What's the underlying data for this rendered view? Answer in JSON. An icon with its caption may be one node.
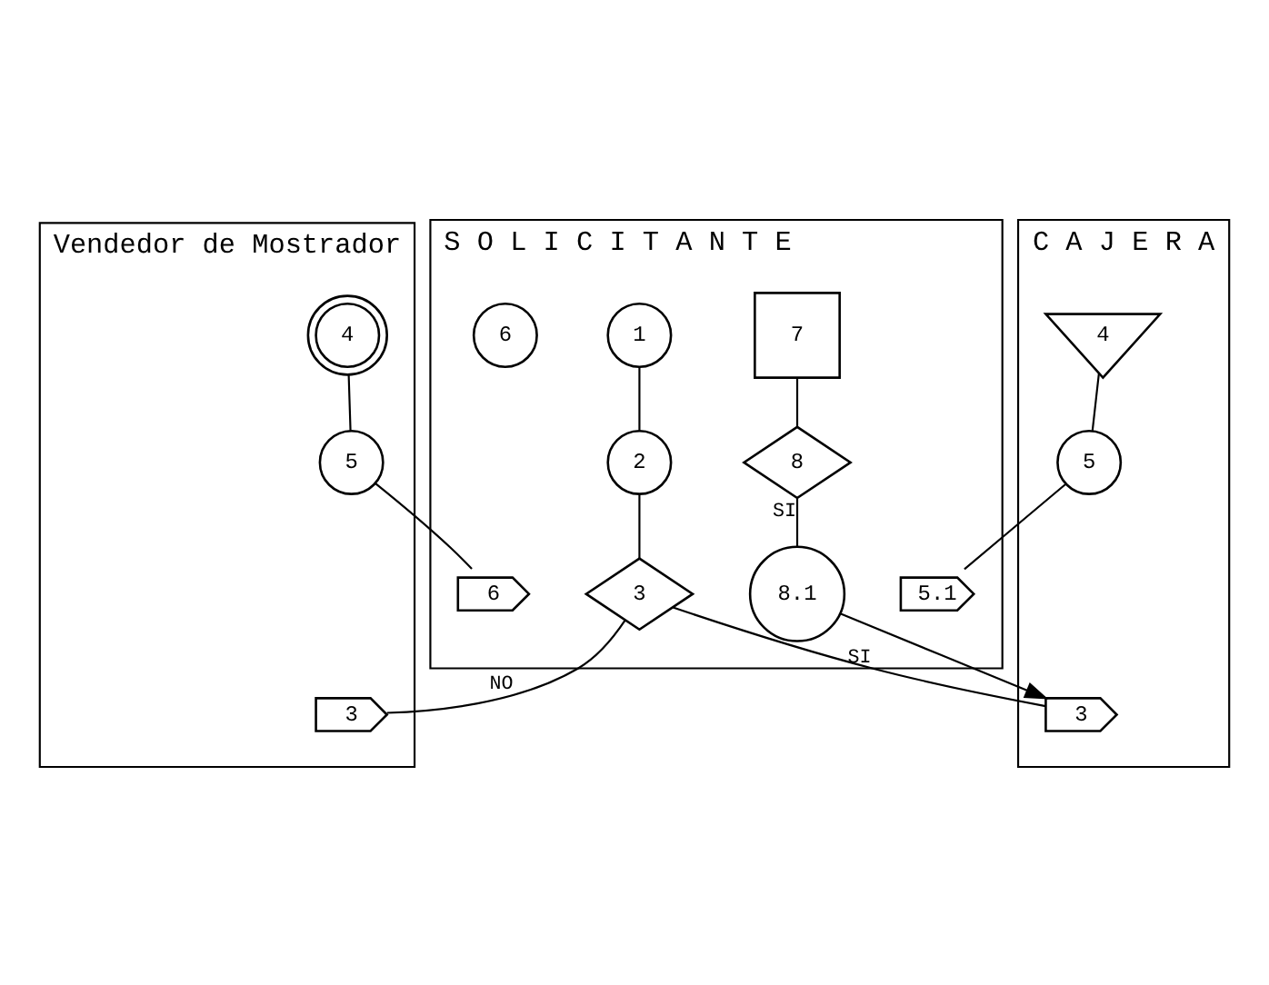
{
  "diagram": {
    "nodes": [
      {
        "text": [
          "S O L I C I T A N T E"
        ]
      },
      {
        "text": [
          "Vendedor de Mostrador"
        ]
      },
      {
        "text": [
          "C A J E R A"
        ]
      },
      {
        "text": [
          "1"
        ],
        "in": 0
      },
      {
        "text": [
          "2"
        ],
        "in": 0
      },
      {
        "text": [
          "3"
        ],
        "in": 0
      },
      {
        "text": [
          "3"
        ],
        "in": 1
      },
      {
        "text": [
          "4"
        ],
        "in": 1
      },
      {
        "text": [
          "5"
        ],
        "in": 1
      },
      {
        "text": [
          "6"
        ],
        "in": 0
      },
      {
        "text": [
          "7"
        ],
        "in": 0
      },
      {
        "text": [
          "8"
        ],
        "in": 0
      },
      {
        "text": [
          "8.1"
        ],
        "in": 0
      },
      {
        "text": [
          "3"
        ],
        "in": 2
      },
      {
        "text": [
          "4"
        ],
        "in": 2
      },
      {
        "text": [
          "5"
        ],
        "in": 2
      },
      {
        "text": [
          "5.1"
        ],
        "in": 0
      },
      {
        "text": [
          "6"
        ],
        "in": 0
      }
    ],
    "edges": [
      {
        "from": 3,
        "to": 4,
        "arrow": "none"
      },
      {
        "from": 4,
        "to": 5,
        "arrow": "none"
      },
      {
        "from": 5,
        "to": 13,
        "arrow": "none",
        "label": "SI"
      },
      {
        "from": 5,
        "to": 6,
        "arrow": "none",
        "label": "NO"
      },
      {
        "from": 7,
        "to": 8,
        "arrow": "none"
      },
      {
        "from": 8,
        "to": 9,
        "arrow": "none"
      },
      {
        "from": 10,
        "to": 11,
        "arrow": "none"
      },
      {
        "from": 11,
        "to": 12,
        "arrow": "none",
        "label": "SI"
      },
      {
        "from": 12,
        "to": 13,
        "arrow": "to"
      },
      {
        "from": 14,
        "to": 15,
        "arrow": "none"
      },
      {
        "from": 15,
        "to": 16,
        "arrow": "none"
      }
    ]
  }
}
